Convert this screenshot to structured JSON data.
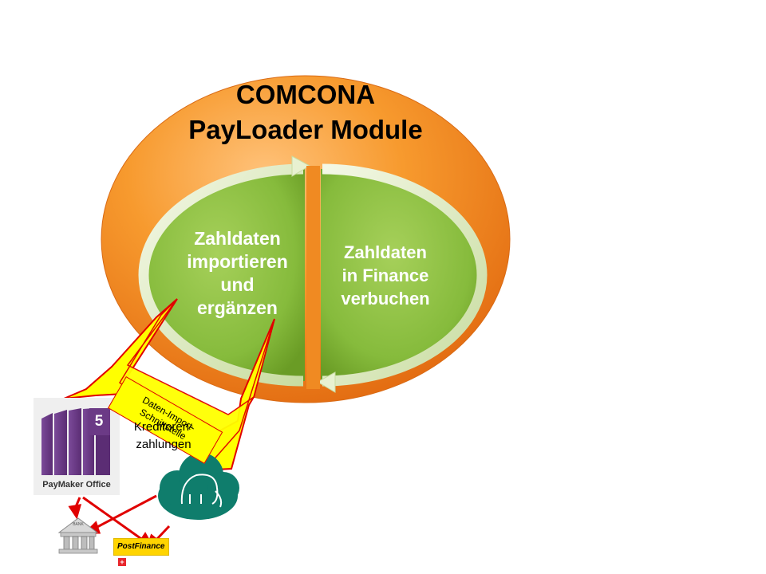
{
  "title": {
    "line1": "COMCONA",
    "line2": "PayLoader Module"
  },
  "cycle": {
    "left": {
      "line1": "Zahldaten",
      "line2": "importieren",
      "line3": "und",
      "line4": "ergänzen"
    },
    "right": {
      "line1": "Zahldaten",
      "line2": "in Finance",
      "line3": "verbuchen"
    }
  },
  "interface_label": {
    "line1": "Daten-Import-",
    "line2": "Schnittstelle"
  },
  "payment_label": {
    "line1": "Kreditoren-",
    "line2": "zahlungen"
  },
  "paymaker": {
    "version": "5",
    "name": "PayMaker Office"
  },
  "bank_icon_text": "BANK",
  "postfinance": {
    "name": "PostFinance",
    "plus": "+"
  },
  "colors": {
    "outer_ellipse": "#f7931e",
    "inner_green": "#8cbf3f",
    "lightning": "#ffff00",
    "connector_red": "#e00000",
    "paymaker_purple": "#6b3a86",
    "cloud_teal": "#0f7d6c"
  },
  "icons": [
    "paymaker-logo-icon",
    "bank-icon",
    "postfinance-logo-icon",
    "elephant-cloud-icon"
  ]
}
